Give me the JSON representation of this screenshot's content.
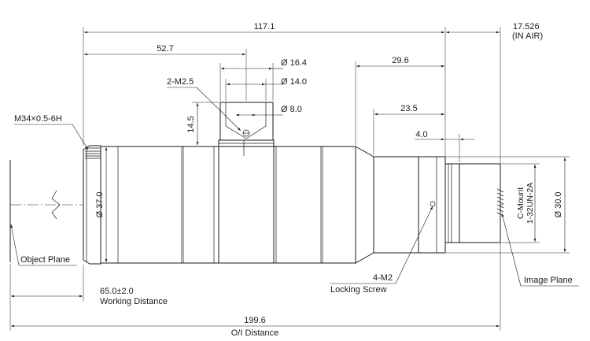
{
  "dimensions": {
    "length_total": "117.1",
    "back_focus": "17.526",
    "back_focus_note": "(IN AIR)",
    "to_screw": "52.7",
    "dia_16_4": "Ø 16.4",
    "dia_14_0": "Ø 14.0",
    "dia_8_0": "Ø 8.0",
    "screw_label": "2-M2.5",
    "height_14_5": "14.5",
    "thread": "M34×0.5-6H",
    "dim_29_6": "29.6",
    "dim_23_5": "23.5",
    "dim_4_0": "4.0",
    "dia_37_0": "Ø 37.0",
    "dia_30_0": "Ø 30.0",
    "mount_line1": "C-Mount",
    "mount_line2": "1-32UN-2A",
    "working_distance": "65.0±2.0",
    "working_distance_label": "Working Distance",
    "oi_distance": "199.6",
    "oi_distance_label": "O/I Distance"
  },
  "labels": {
    "object_plane": "Object Plane",
    "image_plane": "Image Plane",
    "locking_screw_count": "4-M2",
    "locking_screw": "Locking Screw"
  }
}
